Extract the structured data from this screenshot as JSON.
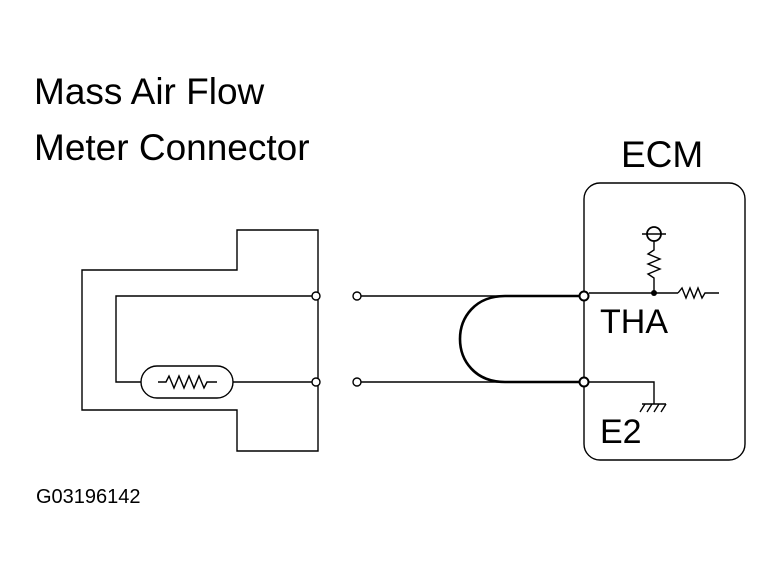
{
  "title": {
    "line1": "Mass Air Flow",
    "line2": "Meter Connector"
  },
  "ecm": {
    "label": "ECM",
    "pin_tha": "THA",
    "pin_e2": "E2"
  },
  "figure_code": "G03196142",
  "colors": {
    "line": "#000000",
    "background": "#ffffff"
  }
}
